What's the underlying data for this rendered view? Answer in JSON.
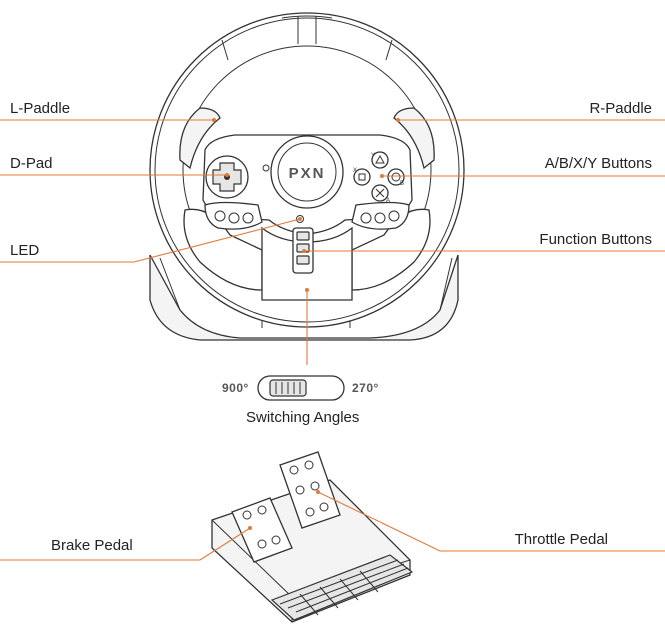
{
  "labels": {
    "l_paddle": "L-Paddle",
    "r_paddle": "R-Paddle",
    "d_pad": "D-Pad",
    "abxy": "A/B/X/Y Buttons",
    "led": "LED",
    "function_buttons": "Function Buttons",
    "switching_angles": "Switching Angles",
    "angle_left": "900°",
    "angle_right": "270°",
    "brake_pedal": "Brake Pedal",
    "throttle_pedal": "Throttle Pedal"
  },
  "logo_text": "PXN",
  "colors": {
    "leader_line": "#e07a3a",
    "outline": "#333333"
  },
  "icons": {
    "abxy_symbols": [
      "Y",
      "X",
      "B",
      "A"
    ]
  }
}
